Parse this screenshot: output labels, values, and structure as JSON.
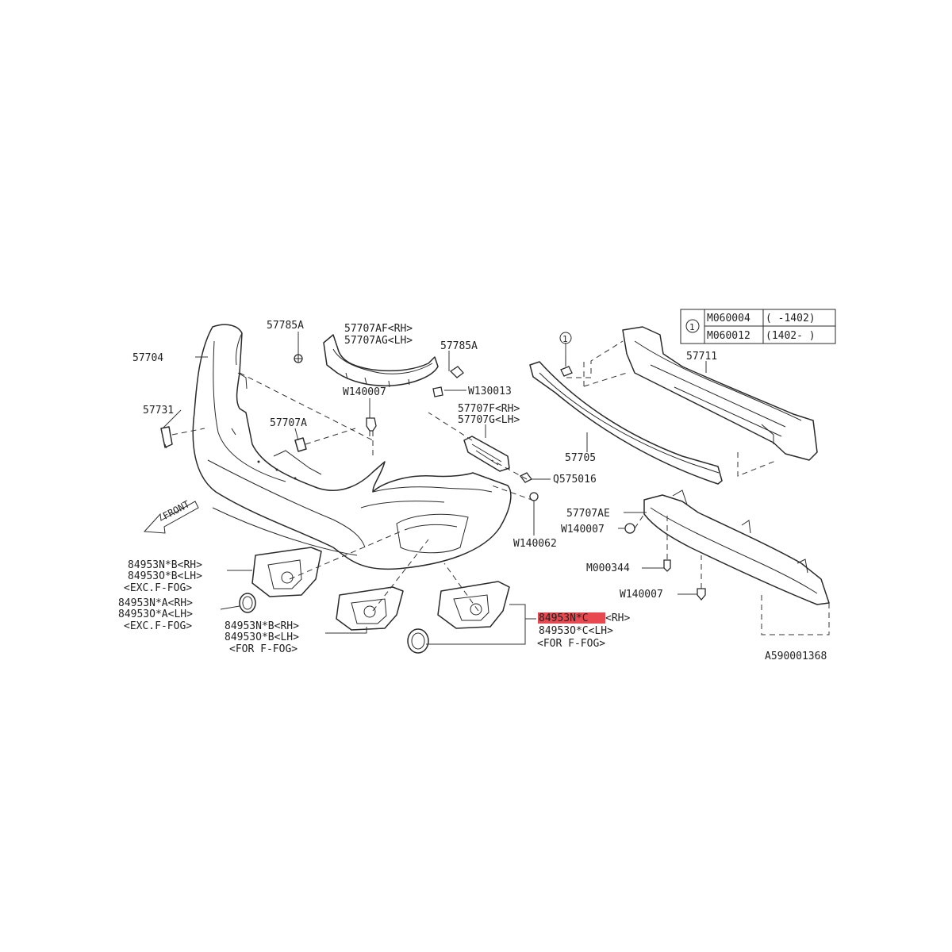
{
  "labels": {
    "bumper_cover": "57704",
    "side_cap": "57731",
    "clip_top_left": "57785A",
    "bracket_upper_rh": "57707AF<RH>",
    "bracket_upper_lh": "57707AG<LH>",
    "clip_top_right": "57785A",
    "clip_w130013": "W130013",
    "clip_w140007_top": "W140007",
    "bracket_a": "57707A",
    "bracket_f_rh": "57707F<RH>",
    "bracket_g_lh": "57707G<LH>",
    "screw_q575016": "Q575016",
    "clip_w140062": "W140062",
    "reinforcement": "57705",
    "absorber": "57711",
    "bracket_ae": "57707AE",
    "clip_w140007_mid": "W140007",
    "screw_m000344": "M000344",
    "clip_w140007_low": "W140007",
    "front_arrow": "FRONT",
    "callout_1": "1",
    "cover_b_rh": "84953N*B<RH>",
    "cover_b_lh": "84953O*B<LH>",
    "cover_b_cond": "<EXC.F-FOG>",
    "cover_a_rh": "84953N*A<RH>",
    "cover_a_lh": "84953O*A<LH>",
    "cover_a_cond": "<EXC.F-FOG>",
    "cover_fog_b_rh": "84953N*B<RH>",
    "cover_fog_b_lh": "84953O*B<LH>",
    "cover_fog_b_cond": "<FOR F-FOG>",
    "cover_c_rh_part": "84953N*C",
    "cover_c_rh_side": "<RH>",
    "cover_c_lh": "84953O*C<LH>",
    "cover_c_cond": "<FOR F-FOG>",
    "diagram_id": "A590001368"
  },
  "table": {
    "callout": "1",
    "rows": [
      {
        "part": "M060004",
        "range": "(   -1402)"
      },
      {
        "part": "M060012",
        "range": "(1402-   )"
      }
    ]
  },
  "colors": {
    "highlight": "#e8484f",
    "line": "#2a2a2a"
  }
}
